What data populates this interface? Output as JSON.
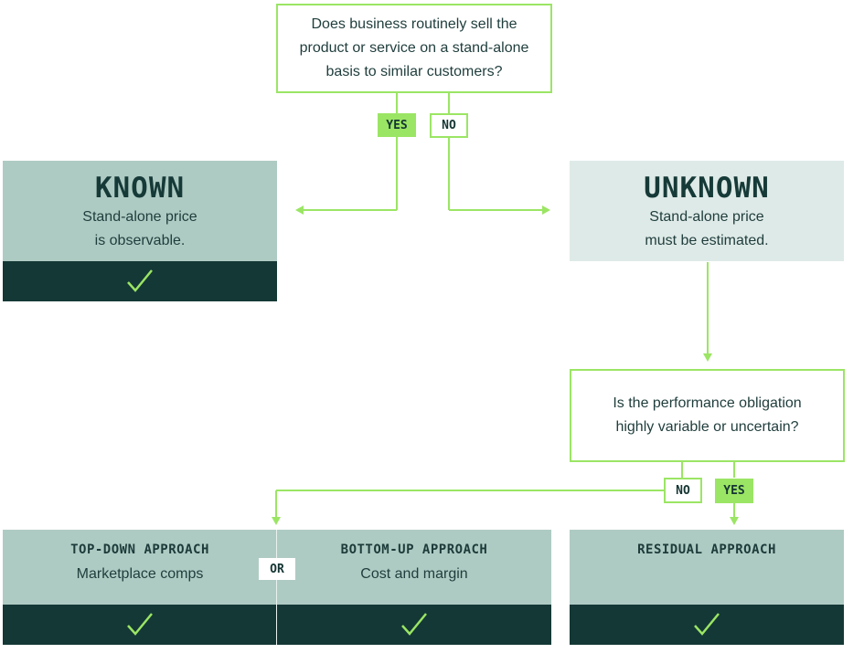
{
  "q1": {
    "text": "Does business routinely sell the product or service on a stand-alone basis to similar customers?"
  },
  "q1_yes": "YES",
  "q1_no": "NO",
  "known": {
    "title": "KNOWN",
    "line1": "Stand-alone price",
    "line2": "is observable."
  },
  "unknown": {
    "title": "UNKNOWN",
    "line1": "Stand-alone price",
    "line2": "must be estimated."
  },
  "q2": {
    "line1": "Is the performance obligation",
    "line2": "highly variable or uncertain?"
  },
  "q2_no": "NO",
  "q2_yes": "YES",
  "topdown": {
    "title": "TOP-DOWN APPROACH",
    "sub": "Marketplace comps"
  },
  "or_label": "OR",
  "bottomup": {
    "title": "BOTTOM-UP APPROACH",
    "sub": "Cost and margin"
  },
  "residual": {
    "title": "RESIDUAL APPROACH"
  },
  "colors": {
    "green": "#9be564",
    "dark": "#143836",
    "mid": "#aecbc3",
    "light": "#deeae7"
  }
}
